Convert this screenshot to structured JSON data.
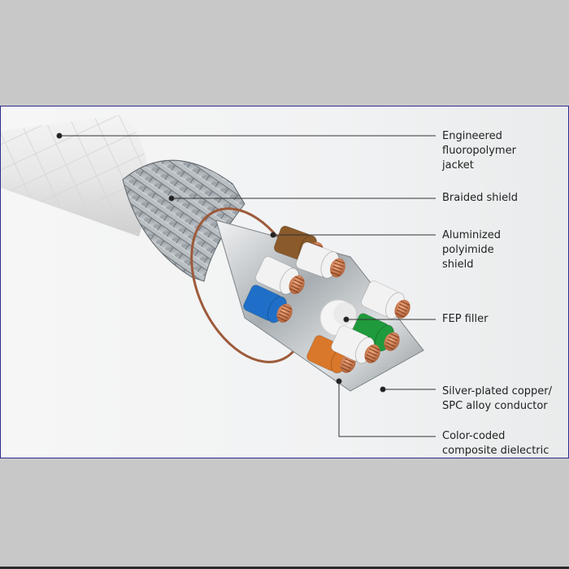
{
  "background_color": "#c8c8c8",
  "frame_border_color": "#2d2d8f",
  "callouts": [
    {
      "id": "jacket",
      "label": "Engineered\nfluoropolymer\njacket"
    },
    {
      "id": "braid",
      "label": "Braided shield"
    },
    {
      "id": "foil",
      "label": "Aluminized\npolyimide\nshield"
    },
    {
      "id": "filler",
      "label": "FEP filler"
    },
    {
      "id": "conductor",
      "label": "Silver-plated copper/\nSPC alloy conductor"
    },
    {
      "id": "dielectric",
      "label": "Color-coded\ncomposite dielectric"
    }
  ],
  "wire_colors": {
    "brown": "#8a5a2b",
    "blue": "#1f6fc8",
    "green": "#1f9a3c",
    "orange": "#d9772a",
    "white": "#f2f2f2",
    "copper": "#c8754a"
  }
}
